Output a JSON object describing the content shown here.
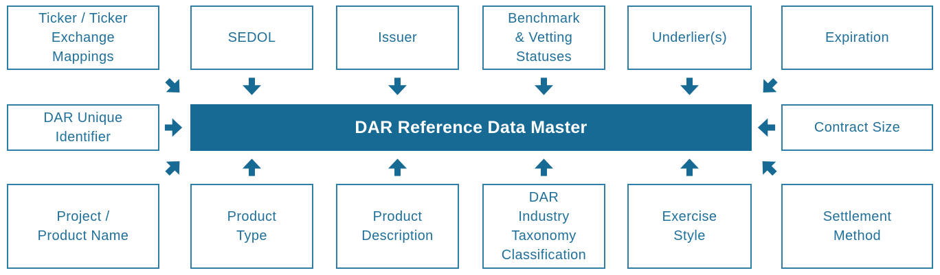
{
  "diagram": {
    "center": {
      "label": "DAR Reference Data Master"
    },
    "top_row": [
      {
        "label": "Ticker / Ticker\nExchange\nMappings"
      },
      {
        "label": "SEDOL"
      },
      {
        "label": "Issuer"
      },
      {
        "label": "Benchmark\n& Vetting\nStatuses"
      },
      {
        "label": "Underlier(s)"
      },
      {
        "label": "Expiration"
      }
    ],
    "middle_left": {
      "label": "DAR Unique\nIdentifier"
    },
    "middle_right": {
      "label": "Contract Size"
    },
    "bottom_row": [
      {
        "label": "Project /\nProduct Name"
      },
      {
        "label": "Product\nType"
      },
      {
        "label": "Product\nDescription"
      },
      {
        "label": "DAR\nIndustry\nTaxonomy\nClassification"
      },
      {
        "label": "Exercise\nStyle"
      },
      {
        "label": "Settlement\nMethod"
      }
    ],
    "arrows_note": "All arrows point from the surrounding boxes toward the central banner"
  },
  "colors": {
    "accent": "#176a93",
    "border": "#2e7ea8",
    "text": "#20709a",
    "banner_text": "#ffffff",
    "background": "#ffffff"
  }
}
